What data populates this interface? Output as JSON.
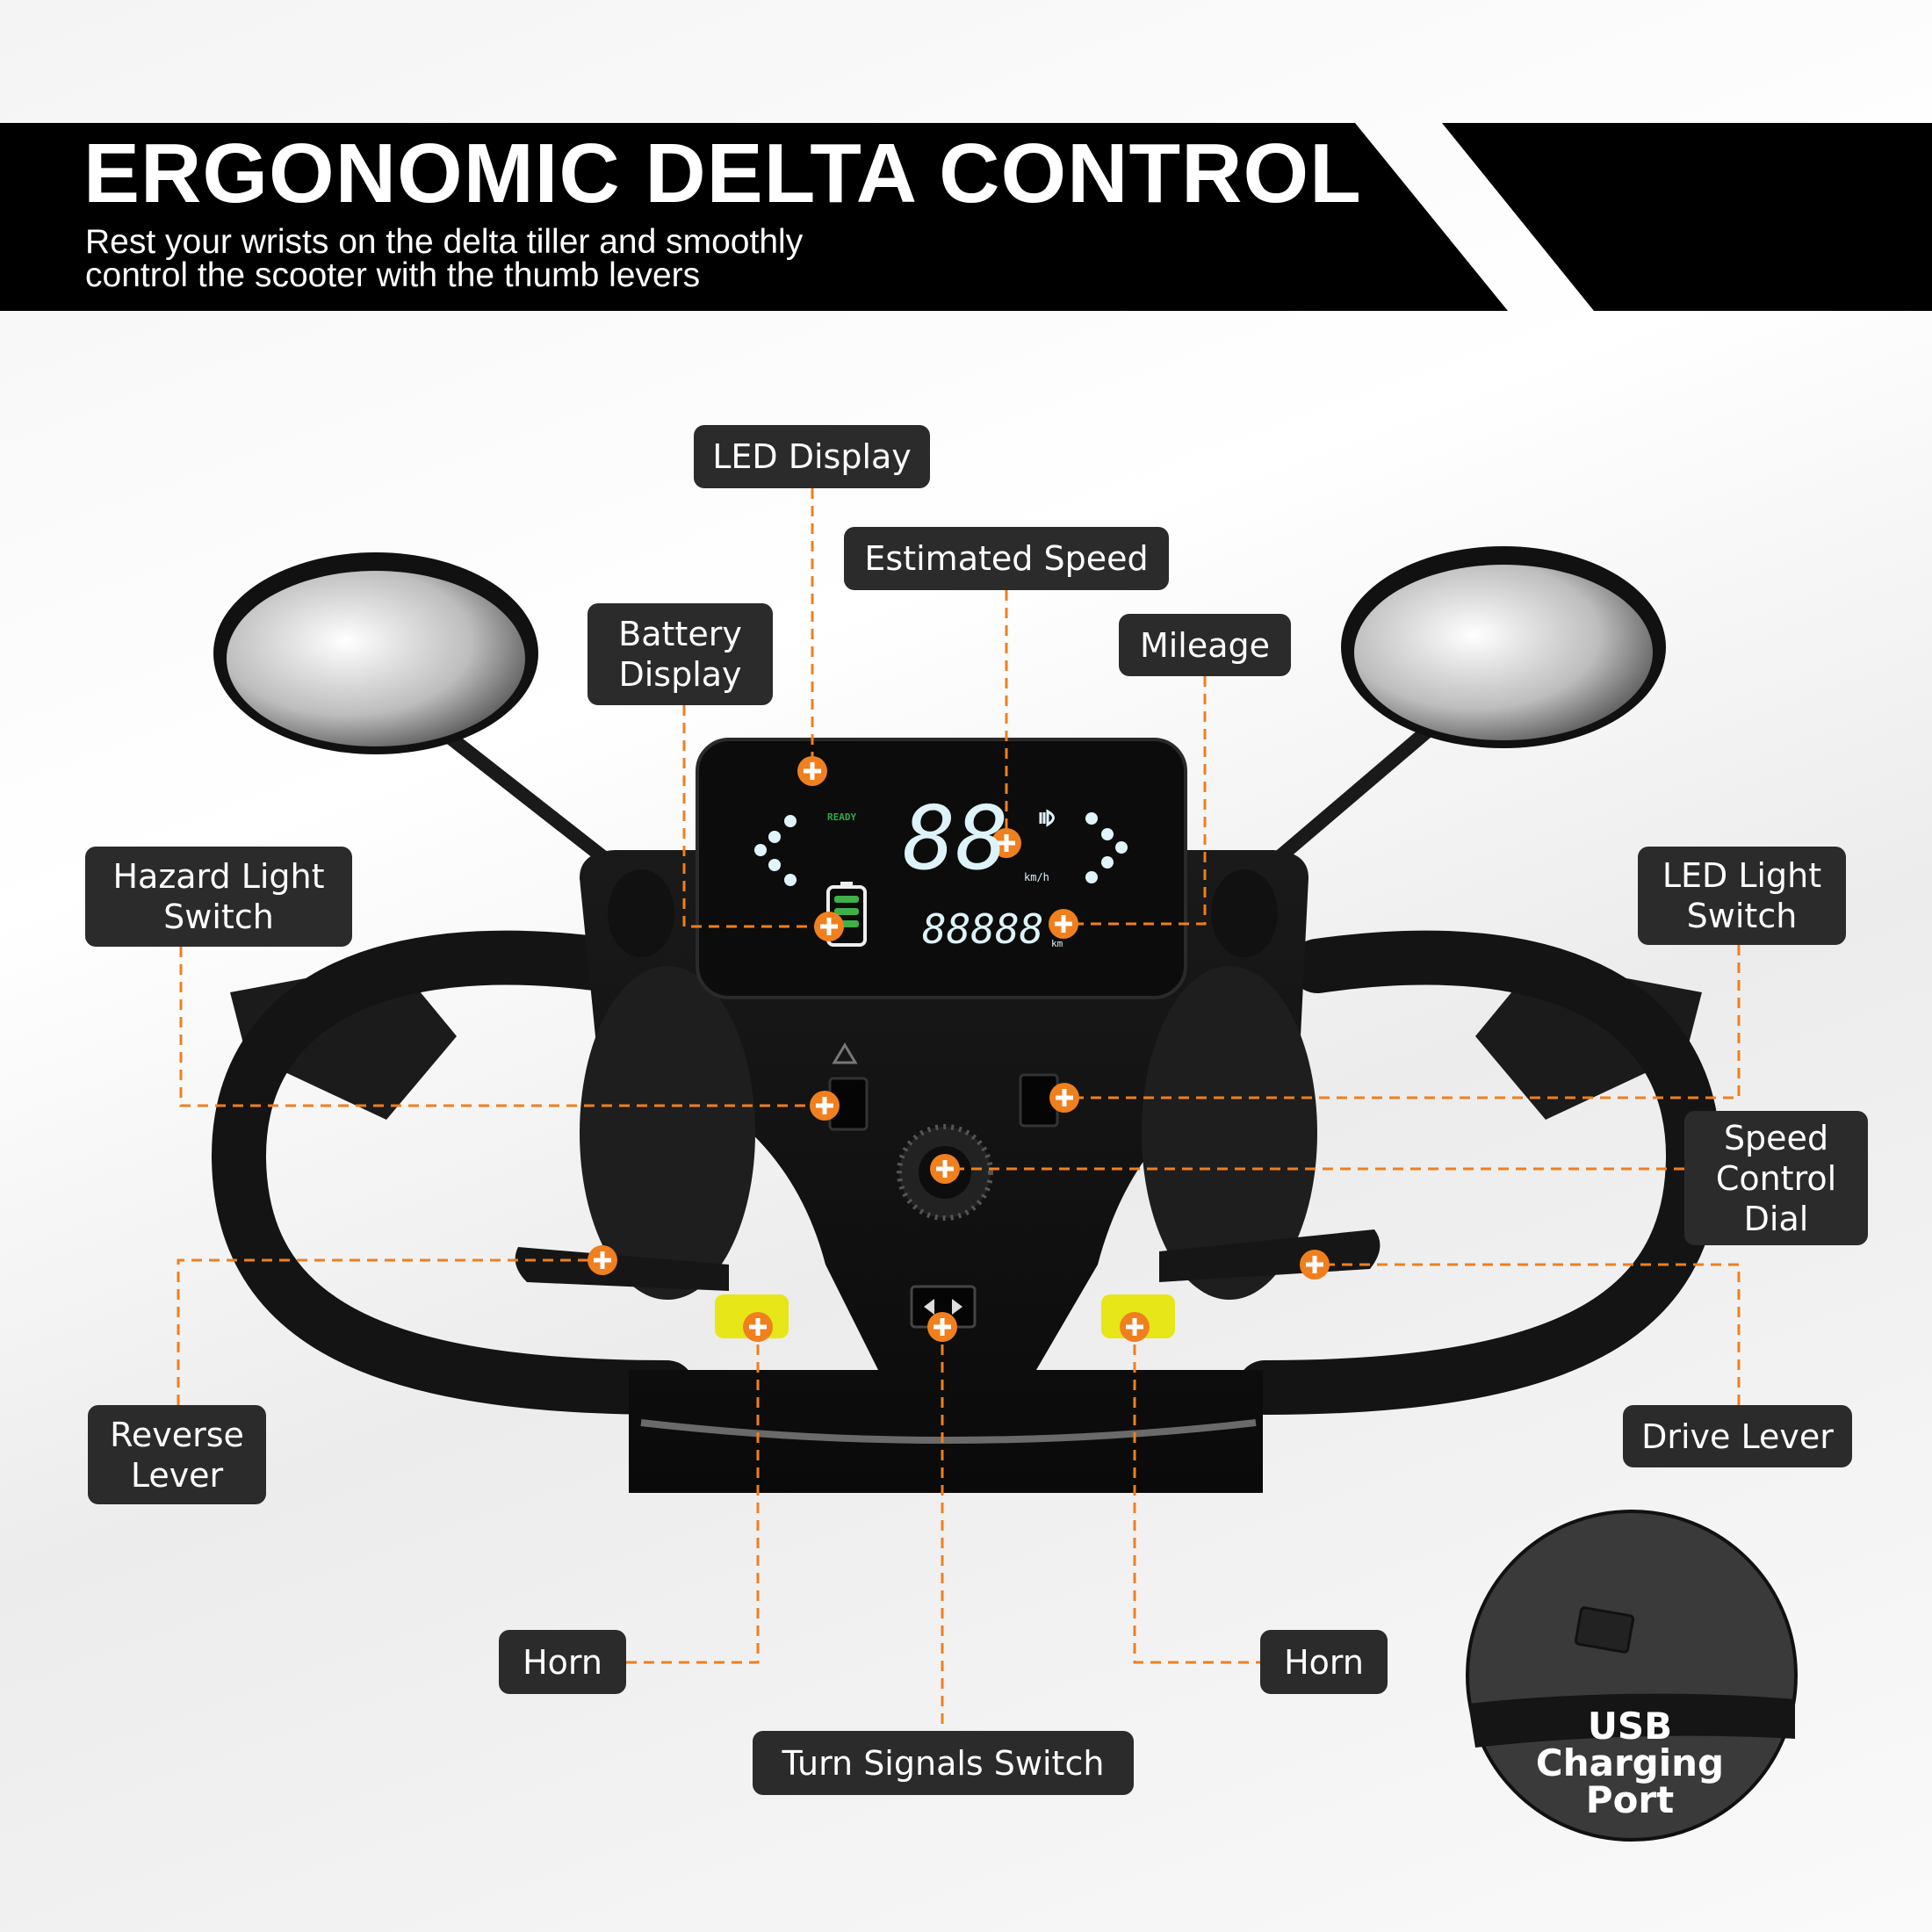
{
  "header": {
    "title": "ERGONOMIC DELTA CONTROL",
    "subtitle": "Rest your wrists on the delta tiller and smoothly\ncontrol the scooter with the thumb levers"
  },
  "labels": {
    "led_display": "LED Display",
    "estimated_speed": "Estimated Speed",
    "battery_display": "Battery\nDisplay",
    "mileage": "Mileage",
    "hazard_light_switch": "Hazard Light\nSwitch",
    "led_light_switch": "LED Light\nSwitch",
    "speed_control_dial": "Speed\nControl\nDial",
    "reverse_lever": "Reverse\nLever",
    "drive_lever": "Drive Lever",
    "horn_left": "Horn",
    "horn_right": "Horn",
    "turn_signals_switch": "Turn Signals Switch",
    "usb_charging_port": "USB\nCharging\nPort"
  },
  "display": {
    "ready": "READY",
    "speed": "88",
    "speed_unit": "km/h",
    "odometer": "88888",
    "odometer_unit": "km",
    "battery_level_bars": 3,
    "battery_total_bars": 4
  },
  "colors": {
    "accent": "#F07F1E",
    "label_bg": "#2B2B2B",
    "banner": "#000000",
    "horn_button": "#E6E619",
    "display_digits": "#DDF3FA",
    "ready_green": "#2FA84A"
  },
  "icons": [
    "hotspot-plus-icon",
    "hazard-triangle-icon",
    "headlight-icon",
    "usb-icon",
    "turn-signal-arrows-icon"
  ]
}
